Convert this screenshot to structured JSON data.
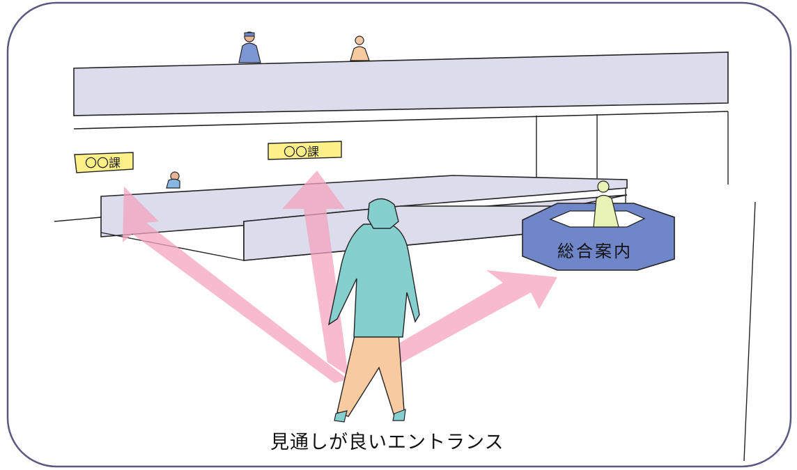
{
  "signs": {
    "left": "〇〇課",
    "center": "〇〇課"
  },
  "info_desk": {
    "label": "総合案内"
  },
  "caption": "見通しが良いエントランス",
  "colors": {
    "frame_stroke": "#5a5880",
    "floor_fill": "#dcdcec",
    "sign_fill": "#fff08a",
    "arrow_fill": "#f4a3bf",
    "desk_fill": "#6f86c8",
    "person_top": "#86cfcf",
    "person_pants": "#f7caa0",
    "staff_fill": "#e7f2b4"
  },
  "icons": [
    "sight-arrow-left",
    "sight-arrow-up",
    "sight-arrow-right"
  ]
}
